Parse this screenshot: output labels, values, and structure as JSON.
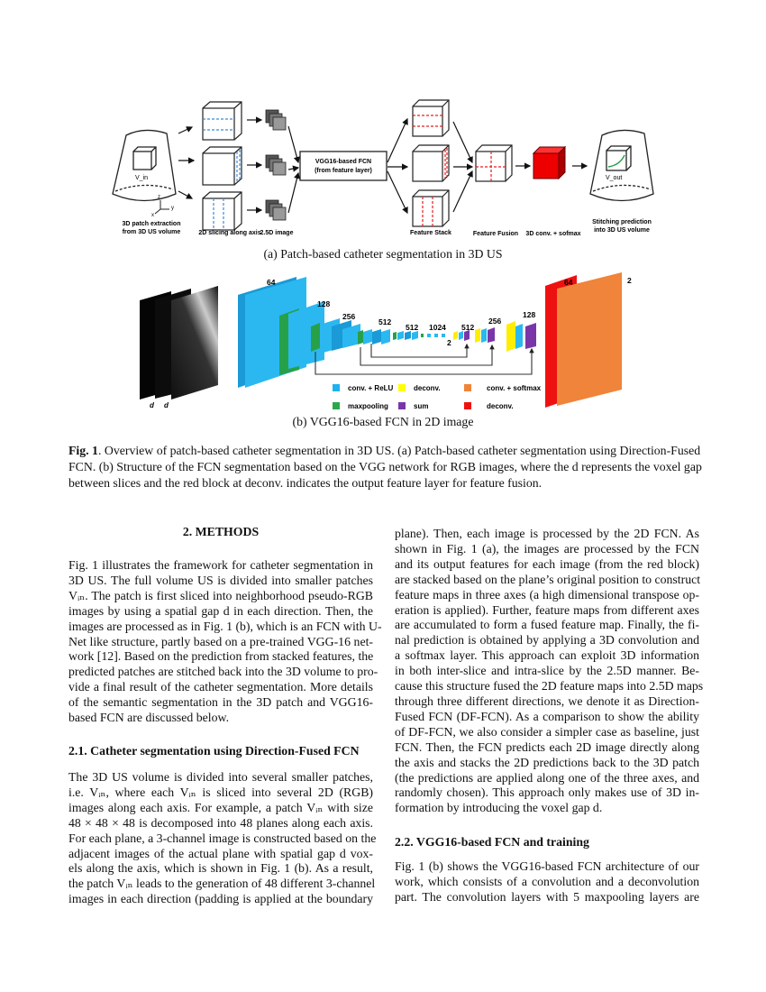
{
  "figure_a": {
    "labels": {
      "v_in": "V_in",
      "v_out": "V_out",
      "extraction_1": "3D patch extraction",
      "extraction_2": "from 3D US volume",
      "slicing": "2D slicing along axis",
      "image25d": "2.5D image",
      "fcn_1": "VGG16-based FCN",
      "fcn_2": "(from feature layer)",
      "feature_stack": "Feature Stack",
      "feature_fusion": "Feature Fusion",
      "conv_softmax": "3D conv. + sofmax",
      "stitch_1": "Stitching prediction",
      "stitch_2": "into 3D US volume",
      "axis_z": "z",
      "axis_y": "y",
      "axis_x": "x"
    },
    "caption": "(a) Patch-based catheter segmentation in 3D US"
  },
  "figure_b": {
    "channels": {
      "c64": "64",
      "c128": "128",
      "c256": "256",
      "c512a": "512",
      "c512b": "512",
      "c1024": "1024",
      "c2mid": "2",
      "c512c": "512",
      "c256b": "256",
      "c128b": "128",
      "c64b": "64",
      "c2out": "2"
    },
    "gap_labels": [
      "d",
      "d"
    ],
    "legend": [
      {
        "label": "conv. + ReLU",
        "color": "#1fb2ef"
      },
      {
        "label": "deconv.",
        "color": "#ffff00"
      },
      {
        "label": "conv. + softmax",
        "color": "#f0843a"
      },
      {
        "label": "maxpooling",
        "color": "#2ca84a"
      },
      {
        "label": "sum",
        "color": "#7a36a8"
      },
      {
        "label": "deconv.",
        "color": "#ee1111"
      }
    ],
    "caption": "(b) VGG16-based FCN in 2D image"
  },
  "figure_caption": {
    "label": "Fig. 1",
    "lines": [
      ". Overview of patch-based catheter segmentation in 3D US. (a) Patch-based catheter segmentation using Direction-Fused",
      "FCN. (b) Structure of the FCN segmentation based on the VGG network for RGB images, where the d represents the voxel gap",
      "between slices and the red block at deconv. indicates the output feature layer for feature fusion."
    ]
  },
  "section2": {
    "heading": "2.  METHODS",
    "para": [
      "Fig. 1 illustrates the framework for catheter segmentation in",
      "3D US. The full volume US is divided into smaller patches",
      "Vᵢₙ. The patch is first sliced into neighborhood pseudo-RGB",
      "images by using a spatial gap d in each direction. Then, the",
      "images are processed as in Fig. 1 (b), which is an FCN with U-",
      "Net like structure, partly based on a pre-trained VGG-16 net-",
      "work [12]. Based on the prediction from stacked features, the",
      "predicted patches are stitched back into the 3D volume to pro-",
      "vide a final result of the catheter segmentation. More details",
      "of the semantic segmentation in the 3D patch and VGG16-",
      "based FCN are discussed below."
    ]
  },
  "section21": {
    "heading": "2.1.  Catheter segmentation using Direction-Fused FCN",
    "para": [
      "The 3D US volume is divided into several smaller patches,",
      "i.e.  Vᵢₙ, where each Vᵢₙ is sliced into several 2D (RGB)",
      "images along each axis. For example, a patch Vᵢₙ with size",
      "48 × 48 × 48 is decomposed into 48 planes along each axis.",
      "For each plane, a 3-channel image is constructed based on the",
      "adjacent images of the actual plane with spatial gap d vox-",
      "els along the axis, which is shown in Fig. 1 (b). As a result,",
      "the patch Vᵢₙ leads to the generation of 48 different 3-channel",
      "images in each direction (padding is applied at the boundary"
    ],
    "para_cont": [
      "plane).  Then, each image is processed by the 2D FCN. As",
      "shown in Fig. 1 (a), the images are processed by the FCN",
      "and its output features for each image (from the red block)",
      "are stacked based on the plane’s original position to construct",
      "feature maps in three axes (a high dimensional transpose op-",
      "eration is applied). Further, feature maps from different axes",
      "are accumulated to form a fused feature map. Finally, the fi-",
      "nal prediction is obtained by applying a 3D convolution and",
      "a softmax layer.  This approach can exploit 3D information",
      "in both inter-slice and intra-slice by the 2.5D manner.  Be-",
      "cause this structure fused the 2D feature maps into 2.5D maps",
      "through three different directions, we denote it as Direction-",
      "Fused FCN (DF-FCN). As a comparison to show the ability",
      "of DF-FCN, we also consider a simpler case as baseline, just",
      "FCN. Then, the FCN predicts each 2D image directly along",
      "the axis and stacks the 2D predictions back to the 3D patch",
      "(the predictions are applied along one of the three axes, and",
      "randomly chosen).  This approach only makes use of 3D in-",
      "formation by introducing the voxel gap d."
    ]
  },
  "section22": {
    "heading": "2.2.  VGG16-based FCN and training",
    "para": [
      "Fig. 1 (b) shows the VGG16-based FCN architecture of our",
      "work, which consists of a convolution and a deconvolution",
      "part.  The convolution layers with 5 maxpooling layers are"
    ]
  }
}
